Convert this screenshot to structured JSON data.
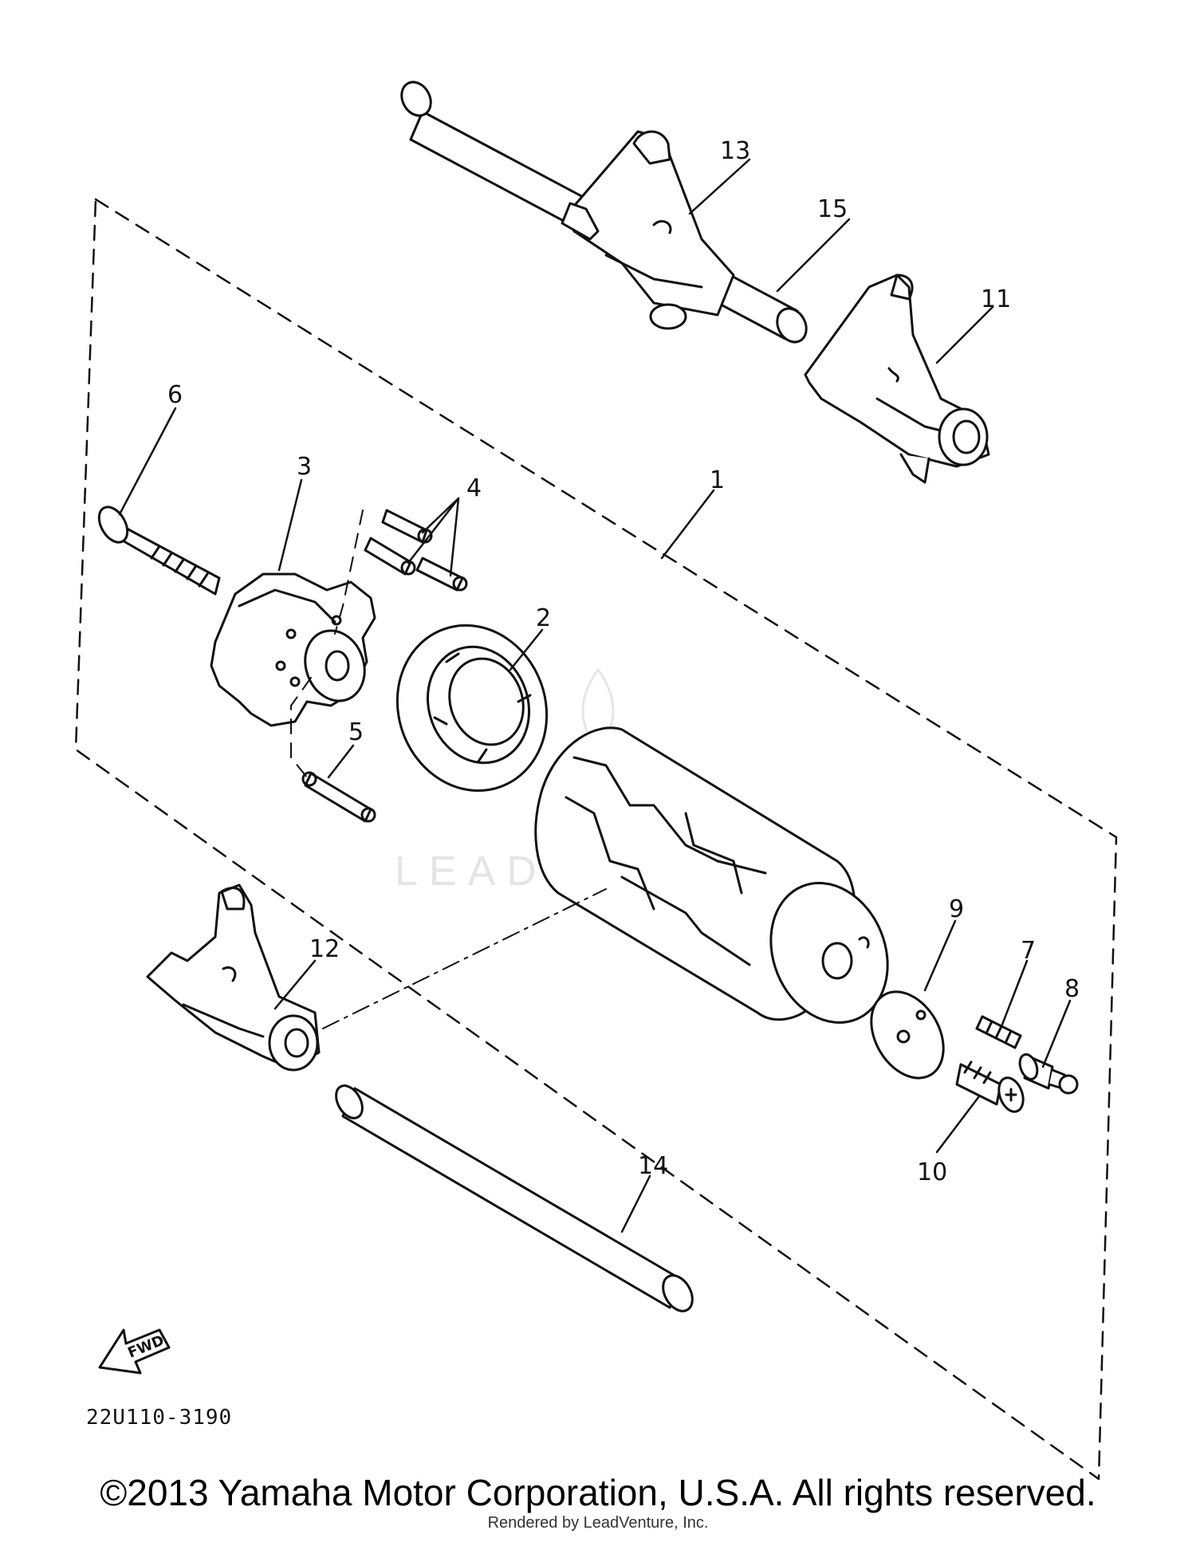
{
  "callouts": {
    "c1": "1",
    "c2": "2",
    "c3": "3",
    "c4": "4",
    "c5": "5",
    "c6": "6",
    "c7": "7",
    "c8": "8",
    "c9": "9",
    "c10": "10",
    "c11": "11",
    "c12": "12",
    "c13": "13",
    "c14": "14",
    "c15": "15"
  },
  "part_code": "22U110-3190",
  "fwd_label": "FWD",
  "watermark": "LEADVENTURE",
  "copyright": "©2013 Yamaha Motor Corporation, U.S.A. All rights reserved.",
  "rendered_by": "Rendered by LeadVenture, Inc."
}
